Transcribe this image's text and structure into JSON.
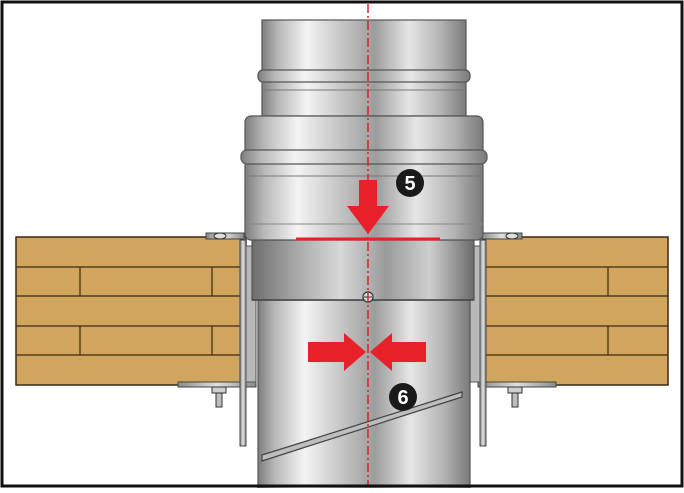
{
  "callouts": [
    {
      "number": "5",
      "meaning": "push-down-arrow"
    },
    {
      "number": "6",
      "meaning": "squeeze-inward-arrows"
    }
  ],
  "colors": {
    "wood": "#d2a55f",
    "wood_line": "#3a2a10",
    "steel_light": "#e8e8e8",
    "steel_dark": "#8e8e8e",
    "arrow_red": "#e8202a",
    "centerline": "#e0202a",
    "badge": "#1a1a1a",
    "frame": "#111111"
  },
  "icons": [
    "down-arrow-icon",
    "left-arrow-icon",
    "right-arrow-icon",
    "screw-icon",
    "bolt-icon"
  ]
}
